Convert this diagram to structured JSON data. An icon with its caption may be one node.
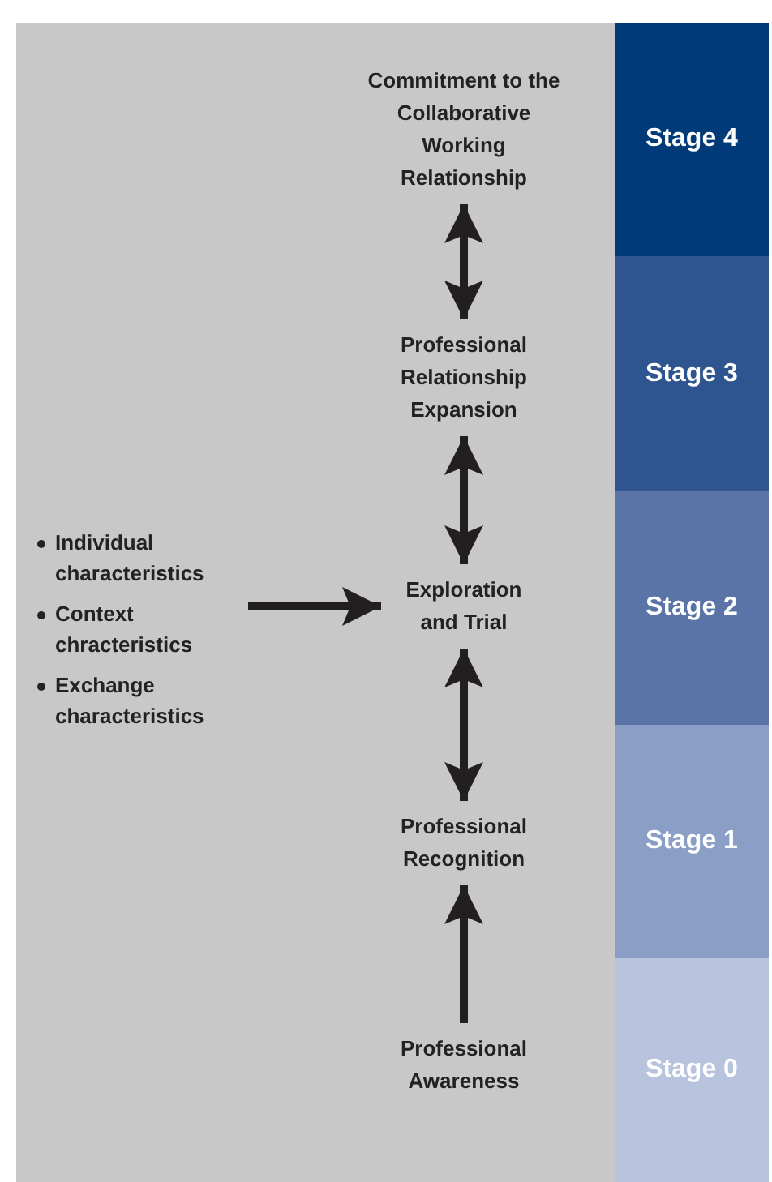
{
  "diagram": {
    "nodes": [
      {
        "text": [
          "Commitment to the Collaborative Working Relationship"
        ]
      },
      {
        "text": [
          "Professional Relationship Expansion"
        ]
      },
      {
        "text": [
          "Exploration and Trial"
        ]
      },
      {
        "text": [
          "Professional Recognition"
        ]
      },
      {
        "text": [
          "Professional Awareness"
        ]
      },
      {
        "text": [
          "Individual characteristics",
          "Context chracteristics",
          "Exchange characteristics"
        ]
      },
      {
        "text": [
          "Stage 4"
        ]
      },
      {
        "text": [
          "Stage 3"
        ]
      },
      {
        "text": [
          "Stage 2"
        ]
      },
      {
        "text": [
          "Stage 1"
        ]
      },
      {
        "text": [
          "Stage 0"
        ]
      }
    ],
    "edges": [
      {
        "from": 4,
        "to": 3,
        "arrow": "to"
      },
      {
        "from": 3,
        "to": 2,
        "arrow": "both"
      },
      {
        "from": 2,
        "to": 1,
        "arrow": "both"
      },
      {
        "from": 1,
        "to": 0,
        "arrow": "both"
      },
      {
        "from": 5,
        "to": 2,
        "arrow": "to"
      }
    ]
  }
}
